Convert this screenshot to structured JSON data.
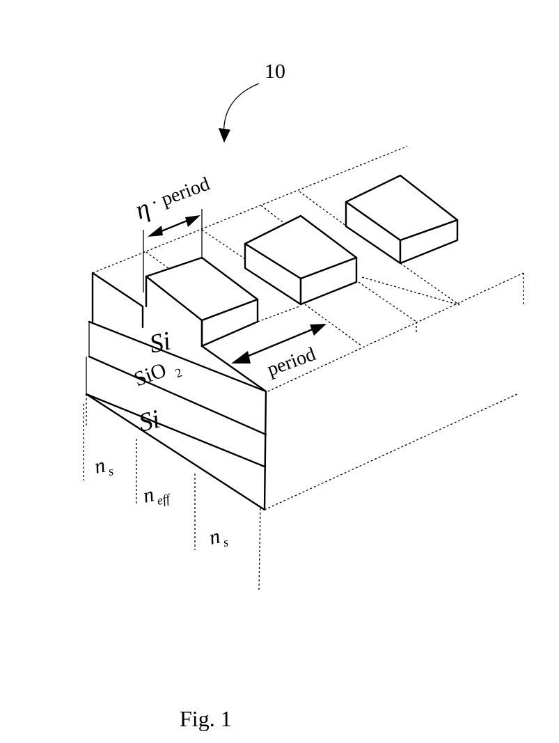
{
  "figure": {
    "reference_numeral": "10",
    "caption": "Fig. 1"
  },
  "labels": {
    "eta_symbol": "η",
    "eta_period": "· period",
    "period": "period",
    "top_layer": "Si",
    "oxide_main": "SiO",
    "oxide_sub": "2",
    "substrate": "Si",
    "ns_left_main": "n",
    "ns_left_sub": "s",
    "neff_main": "n",
    "neff_sub": "eff",
    "ns_right_main": "n",
    "ns_right_sub": "s"
  }
}
